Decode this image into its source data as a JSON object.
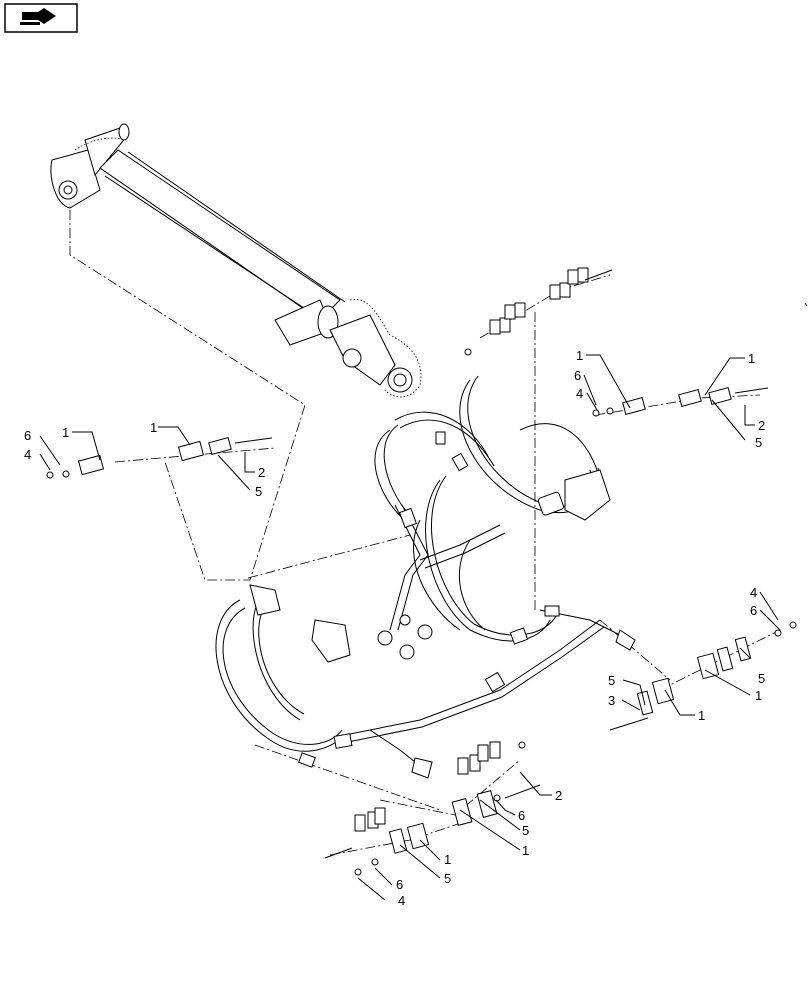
{
  "nav_icon": "book-arrow-icon",
  "callouts": [
    {
      "id": "c6a",
      "text": "6"
    },
    {
      "id": "c1a",
      "text": "1"
    },
    {
      "id": "c4a",
      "text": "4"
    },
    {
      "id": "c1b",
      "text": "1"
    },
    {
      "id": "c2a",
      "text": "2"
    },
    {
      "id": "c5a",
      "text": "5"
    },
    {
      "id": "c1c",
      "text": "1"
    },
    {
      "id": "c6b",
      "text": "6"
    },
    {
      "id": "c4b",
      "text": "4"
    },
    {
      "id": "c1d",
      "text": "1"
    },
    {
      "id": "c2b",
      "text": "2"
    },
    {
      "id": "c5b",
      "text": "5"
    },
    {
      "id": "c4c",
      "text": "4"
    },
    {
      "id": "c6c",
      "text": "6"
    },
    {
      "id": "c5c",
      "text": "5"
    },
    {
      "id": "c1e",
      "text": "1"
    },
    {
      "id": "c5d",
      "text": "5"
    },
    {
      "id": "c3a",
      "text": "3"
    },
    {
      "id": "c1f",
      "text": "1"
    },
    {
      "id": "c2c",
      "text": "2"
    },
    {
      "id": "c6d",
      "text": "6"
    },
    {
      "id": "c5e",
      "text": "5"
    },
    {
      "id": "c1g",
      "text": "1"
    },
    {
      "id": "c1h",
      "text": "1"
    },
    {
      "id": "c5f",
      "text": "5"
    },
    {
      "id": "c6e",
      "text": "6"
    },
    {
      "id": "c4d",
      "text": "4"
    }
  ]
}
